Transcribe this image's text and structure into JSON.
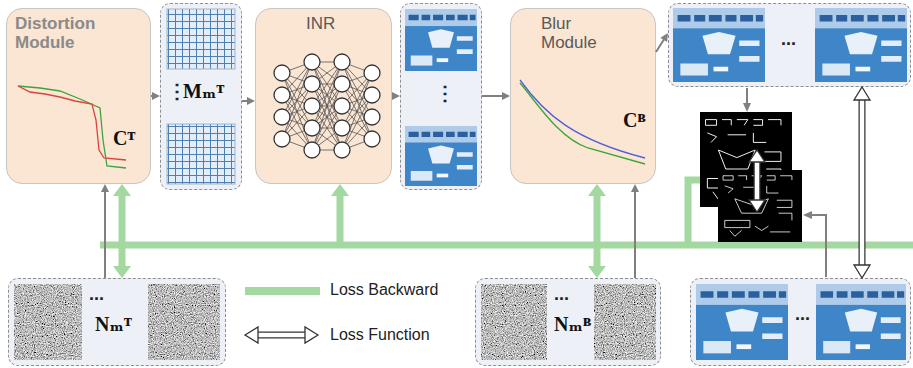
{
  "diagram": {
    "nodes": [
      {
        "text": [
          "Distortion Module",
          "Cᵀ"
        ]
      },
      {
        "text": [
          "⋮",
          "Mₘᵀ"
        ]
      },
      {
        "text": [
          "INR"
        ]
      },
      {
        "text": [
          "⋮"
        ]
      },
      {
        "text": [
          "Blur Module",
          "Cᴮ"
        ]
      },
      {
        "text": [
          "..."
        ]
      },
      {
        "text": [
          "...",
          "Nₘᵀ"
        ]
      },
      {
        "text": [
          "...",
          "Nₘᴮ"
        ]
      },
      {
        "text": [
          "..."
        ]
      }
    ],
    "edges": [
      {
        "from": 0,
        "to": 1,
        "arrow": "to"
      },
      {
        "from": 1,
        "to": 2,
        "arrow": "to"
      },
      {
        "from": 2,
        "to": 3,
        "arrow": "to"
      },
      {
        "from": 3,
        "to": 4,
        "arrow": "to"
      },
      {
        "from": 4,
        "to": 5,
        "arrow": "to"
      },
      {
        "from": 5,
        "to": 8,
        "arrow": "both"
      },
      {
        "from": 6,
        "to": 0,
        "arrow": "to"
      },
      {
        "from": 7,
        "to": 4,
        "arrow": "to"
      }
    ],
    "legend": [
      {
        "text": "Loss Backward"
      },
      {
        "text": "Loss Function"
      }
    ]
  }
}
